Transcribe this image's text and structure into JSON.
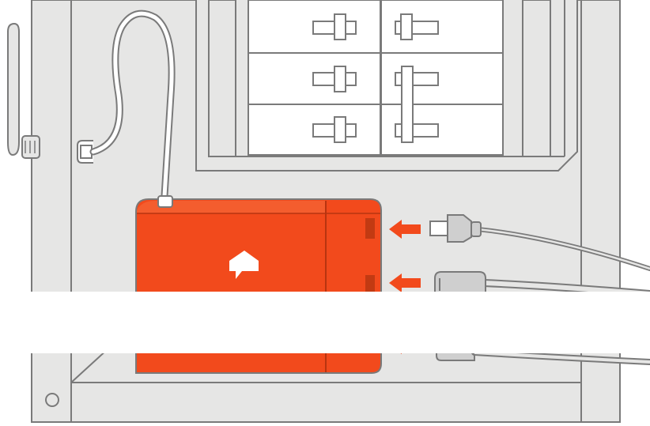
{
  "illustration": {
    "subject": "hub-installation-at-breaker-panel",
    "colors": {
      "panel_fill": "#e6e6e5",
      "outline": "#7a7a7a",
      "breaker_fill": "#ffffff",
      "hub_fill": "#f24a1c",
      "hub_shadow": "#d9400f",
      "arrow_fill": "#f24a1c",
      "plug_fill": "#cfcfcf",
      "background": "#ffffff"
    },
    "icons": [
      "antenna-icon",
      "home-logo-icon",
      "arrow-left-icon",
      "ethernet-plug-icon",
      "power-plug-icon",
      "cable-clip-icon"
    ],
    "ports": [
      {
        "name": "ethernet-port"
      },
      {
        "name": "power-port"
      },
      {
        "name": "aux-port"
      }
    ]
  }
}
